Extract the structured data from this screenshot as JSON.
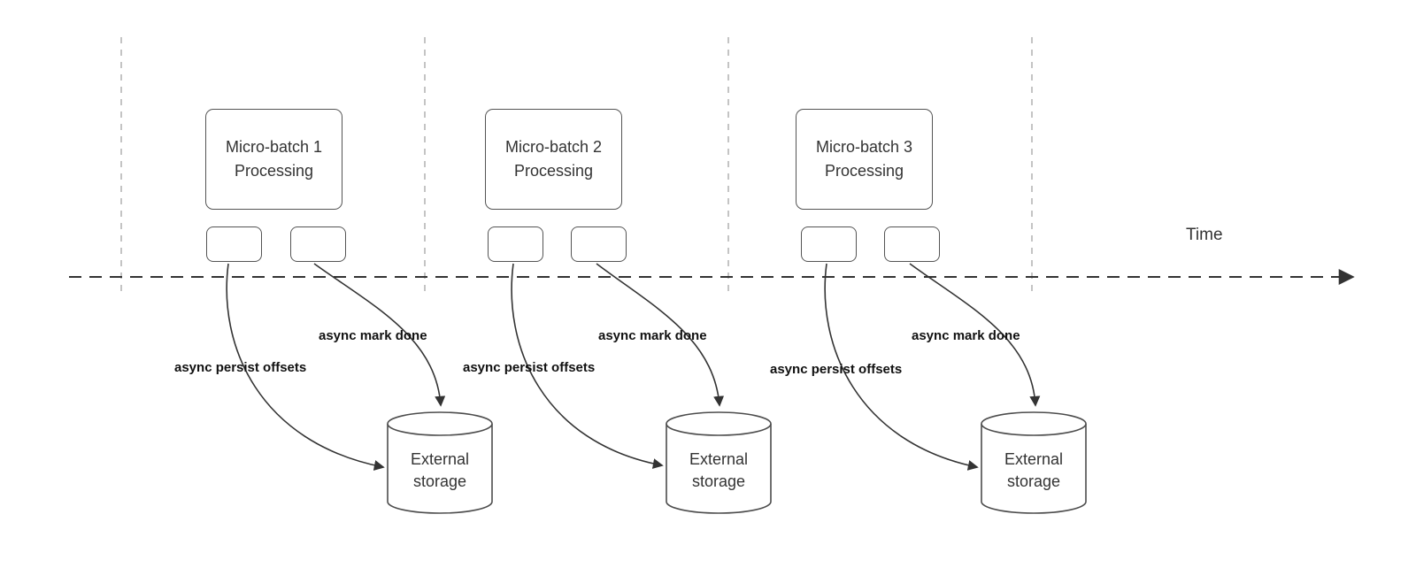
{
  "diagram": {
    "time_label": "Time",
    "batches": [
      {
        "title_line1": "Micro-batch 1",
        "title_line2": "Processing",
        "persist_label": "async persist offsets",
        "mark_done_label": "async mark done",
        "storage_line1": "External",
        "storage_line2": "storage"
      },
      {
        "title_line1": "Micro-batch 2",
        "title_line2": "Processing",
        "persist_label": "async persist offsets",
        "mark_done_label": "async mark done",
        "storage_line1": "External",
        "storage_line2": "storage"
      },
      {
        "title_line1": "Micro-batch 3",
        "title_line2": "Processing",
        "persist_label": "async persist offsets",
        "mark_done_label": "async mark done",
        "storage_line1": "External",
        "storage_line2": "storage"
      }
    ],
    "colors": {
      "shape_stroke": "#4d4d4d",
      "text": "#333333",
      "bold_label": "#111111",
      "guide_line": "#b5b5b5",
      "timeline": "#333333",
      "background": "#ffffff"
    }
  }
}
